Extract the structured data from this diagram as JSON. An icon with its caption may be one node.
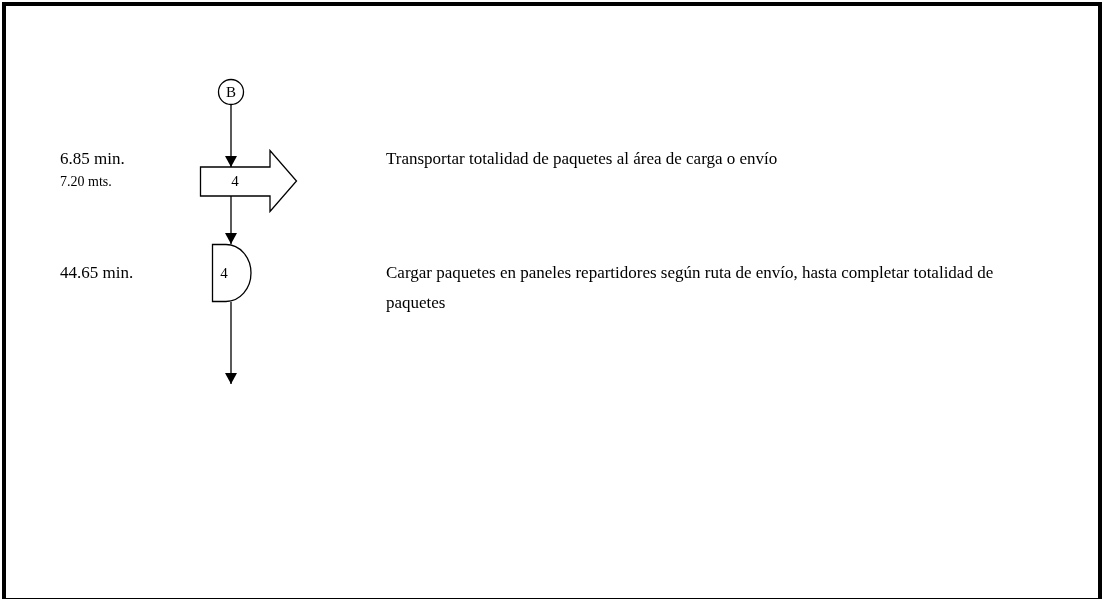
{
  "diagram": {
    "nodes": [
      {
        "text": [
          "B"
        ]
      },
      {
        "text": [
          "4"
        ],
        "beside": [
          "6.85 min.",
          "7.20 mts."
        ]
      },
      {
        "text": [
          "4"
        ]
      }
    ],
    "labels": [
      "Transportar totalidad de paquetes al área de carga o envío",
      "44.65 min.",
      "Cargar paquetes en paneles repartidores según ruta de envío, hasta completar totalidad de paquetes"
    ],
    "edges": [
      {
        "from": 0,
        "to": 1,
        "arrow": "to"
      },
      {
        "from": 1,
        "to": 2,
        "arrow": "to"
      },
      {
        "from": 2,
        "to": null,
        "arrow": "to"
      }
    ]
  }
}
